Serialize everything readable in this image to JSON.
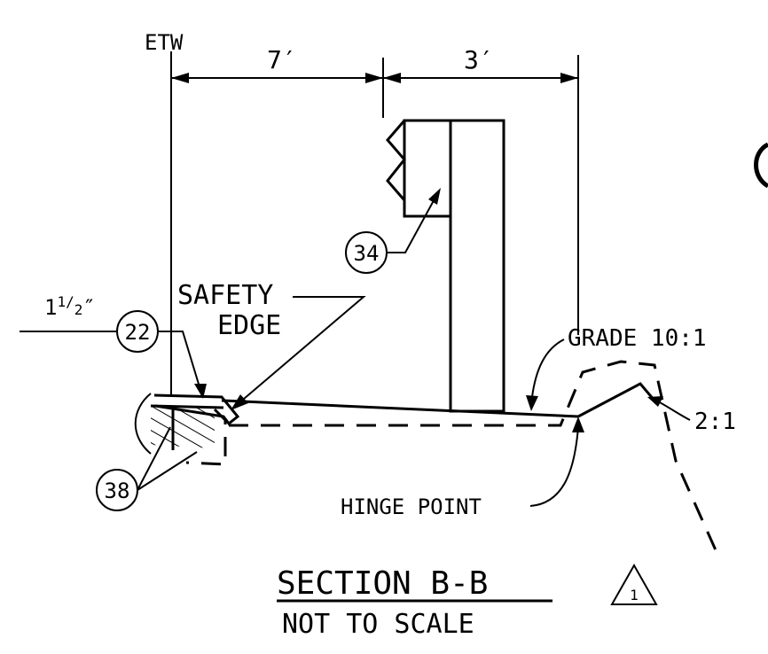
{
  "labels": {
    "etw": "ETW",
    "dim_left": "7′",
    "dim_right": "3′",
    "safety_line1": "SAFETY",
    "safety_line2": "EDGE",
    "thickness_whole": "1",
    "thickness_frac_num": "1",
    "thickness_frac_den": "2",
    "thickness_inch": "″",
    "grade": "GRADE 10:1",
    "slope": "2:1",
    "hinge_point": "HINGE POINT",
    "section_title": "SECTION B-B",
    "section_subtitle": "NOT TO SCALE",
    "revision": "1"
  },
  "callouts": {
    "c34": "34",
    "c22": "22",
    "c38": "38"
  }
}
